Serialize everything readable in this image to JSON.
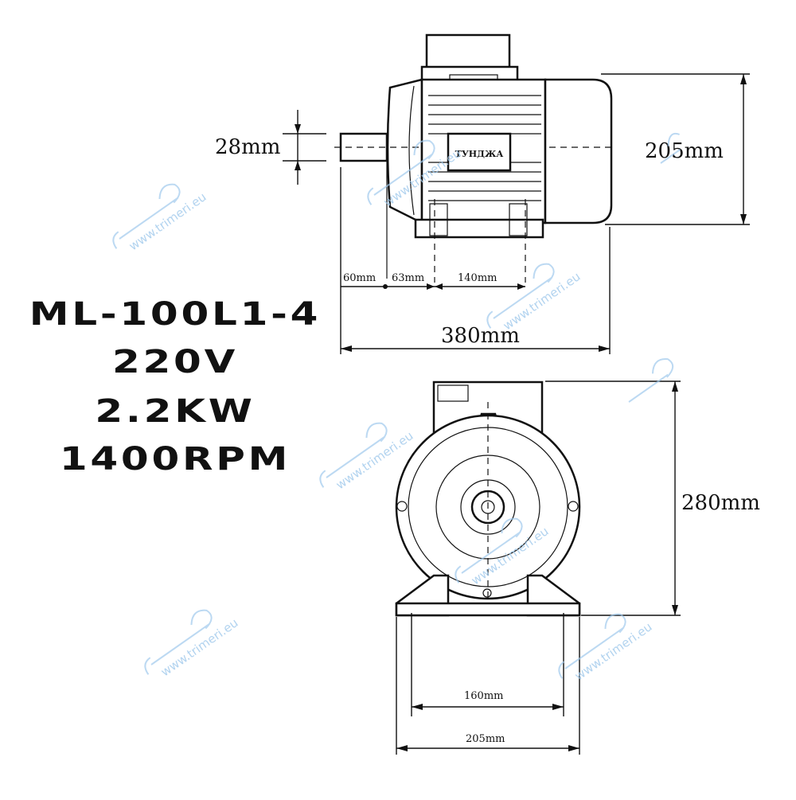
{
  "specs": {
    "model": "ML-100L1-4",
    "voltage": "220V",
    "power": "2.2KW",
    "speed": "1400RPM"
  },
  "side_view": {
    "brand_label": "ТУНДЖА",
    "dims": {
      "shaft_diameter": "28mm",
      "height": "205mm",
      "shaft_length": "60mm",
      "shaft_to_foot": "63mm",
      "foot_spacing": "140mm",
      "total_length": "380mm"
    }
  },
  "front_view": {
    "dims": {
      "height": "280mm",
      "foot_hole_spacing": "160mm",
      "base_width": "205mm"
    }
  },
  "watermark": {
    "text": "www.trimeri.eu",
    "color": "#9fc9ec"
  }
}
